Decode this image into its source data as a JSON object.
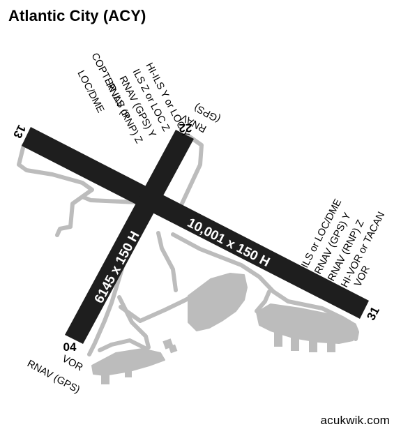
{
  "title": "Atlantic City (ACY)",
  "credit": "acukwik.com",
  "colors": {
    "runway": "#1e1e1e",
    "runway_text": "#ffffff",
    "taxiway": "#bcbcbc",
    "apron": "#bcbcbc",
    "text": "#000000"
  },
  "runways": [
    {
      "id": "13-31",
      "label": "10,001 x 150 H",
      "ends": {
        "a": {
          "label": "13",
          "approaches": [
            "HI-ILS Y or LOC Y",
            "ILS Z or LOC Z",
            "RNAV (GPS) Y",
            "RNAV (RNP) Z",
            "COPTER ILS or",
            "LOC/DME"
          ]
        },
        "b": {
          "label": "31",
          "approaches": [
            "ILS or LOC/DME",
            "RNAV (GPS) Y",
            "RNAV (RNP) Z",
            "HI-VOR or TACAN",
            "VOR"
          ]
        }
      }
    },
    {
      "id": "04-22",
      "label": "6145 x 150 H",
      "ends": {
        "a": {
          "label": "04",
          "approaches": [
            "VOR",
            "RNAV (GPS)"
          ]
        },
        "b": {
          "label": "22",
          "approaches": [
            "RNAV",
            "(GPS)"
          ]
        }
      }
    }
  ]
}
